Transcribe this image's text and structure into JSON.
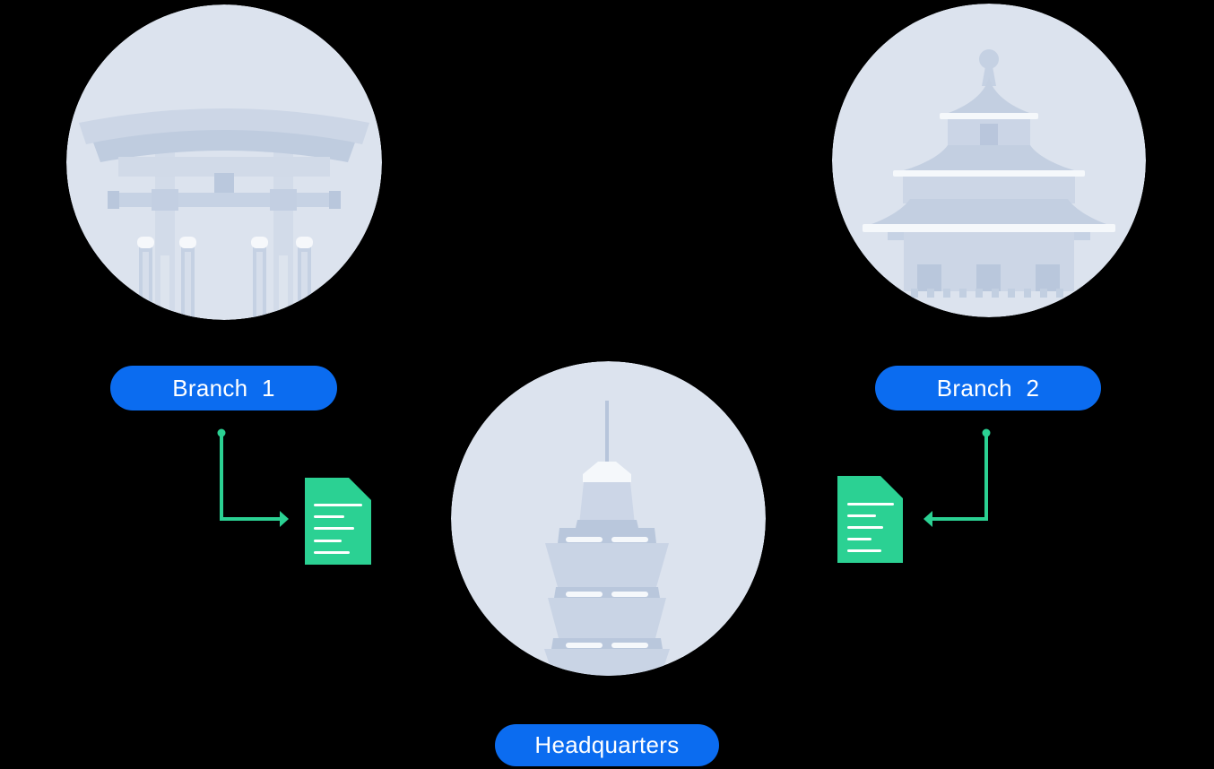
{
  "diagram": {
    "title_hidden": "",
    "nodes": {
      "branch1": {
        "label": "Branch 1",
        "icon": "torii-gate-icon"
      },
      "branch2": {
        "label": "Branch 2",
        "icon": "temple-icon"
      },
      "headquarters": {
        "label": "Headquarters",
        "icon": "tower-icon"
      }
    },
    "connectors": [
      {
        "from": "branch1",
        "to": "document-1",
        "direction": "down-then-right",
        "arrow": "points-right"
      },
      {
        "from": "branch2",
        "to": "document-2",
        "direction": "down-then-left",
        "arrow": "points-left"
      }
    ],
    "documents": [
      {
        "icon": "document-icon",
        "text_lines": 5
      },
      {
        "icon": "document-icon",
        "text_lines": 5
      }
    ]
  },
  "palette": {
    "background": "#000000",
    "accent_blue": "#0b6cf0",
    "accent_green": "#2bd193",
    "circle_bg": "#dce3ee",
    "illustration_light": "#ccd6e6",
    "illustration_mid": "#c3cfe1",
    "illustration_dark": "#b9c7dc",
    "detail_white": "#f6f8fb",
    "label_text": "#ffffff"
  }
}
